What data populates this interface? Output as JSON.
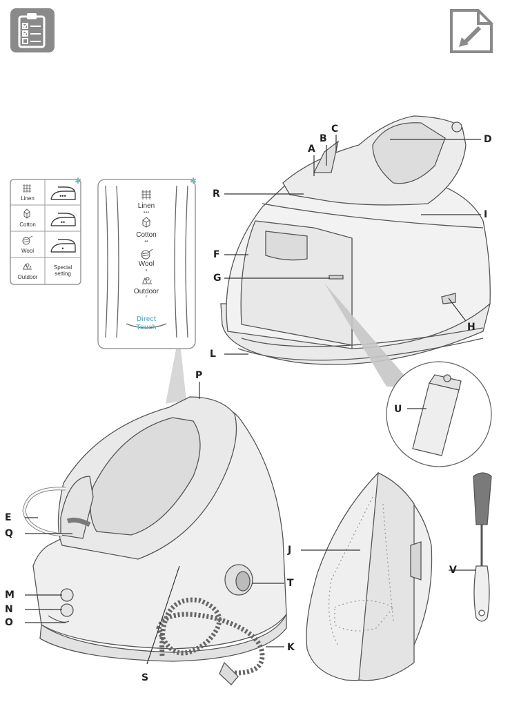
{
  "colors": {
    "icon_grey": "#8a8a8a",
    "line": "#555555",
    "light_fill": "#eeeeee",
    "accent_cyan": "#6fb7c7"
  },
  "icons": {
    "checklist": "checklist-clipboard-icon",
    "edit": "document-edit-icon"
  },
  "settings_table": {
    "rows": [
      {
        "fabric": "Linen",
        "fabric_icon": "linen-grid-icon",
        "iron_dots": "•••"
      },
      {
        "fabric": "Cotton",
        "fabric_icon": "cotton-ball-icon",
        "iron_dots": "••"
      },
      {
        "fabric": "Wool",
        "fabric_icon": "wool-yarn-icon",
        "iron_dots": "•"
      },
      {
        "fabric": "Outdoor",
        "fabric_icon": "outdoor-icon",
        "setting": "Special setting"
      }
    ]
  },
  "dial_panel": {
    "items": [
      {
        "label": "Linen",
        "dots": "•••"
      },
      {
        "label": "Cotton",
        "dots": "••"
      },
      {
        "label": "Wool",
        "dots": "•"
      },
      {
        "label": "Outdoor",
        "dots": "°"
      }
    ],
    "brand_line1": "Direct",
    "brand_line2": "Touch"
  },
  "callouts": {
    "A": "A",
    "B": "B",
    "C": "C",
    "D": "D",
    "E": "E",
    "F": "F",
    "G": "G",
    "H": "H",
    "I": "I",
    "J": "J",
    "K": "K",
    "L": "L",
    "M": "M",
    "N": "N",
    "O": "O",
    "P": "P",
    "Q": "Q",
    "R": "R",
    "S": "S",
    "T": "T",
    "U": "U",
    "V": "V"
  }
}
